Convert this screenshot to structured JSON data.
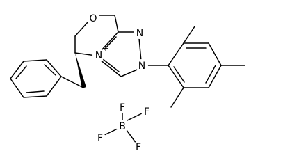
{
  "molecule": {
    "atoms": {
      "ring_oxygen": "O",
      "triazolium_n_plus": "N",
      "triazole_n_upper": "N",
      "triazole_n_aryl": "N",
      "borate_boron": "B",
      "fluorine_top": "F",
      "fluorine_right": "F",
      "fluorine_left": "F",
      "fluorine_bottom": "F"
    },
    "charges": {
      "triazolium": "+",
      "borate": "−"
    }
  },
  "colors": {
    "bond": "#000000",
    "label": "#000000",
    "background": "#ffffff"
  }
}
